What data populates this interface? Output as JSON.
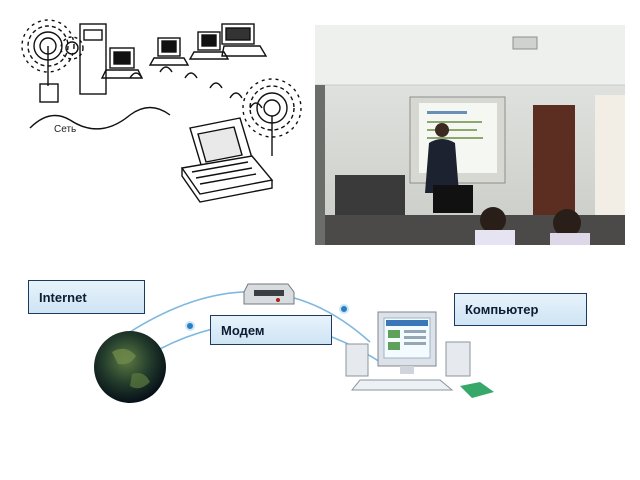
{
  "sketch": {
    "network_label": "Сеть"
  },
  "diagram": {
    "internet_label": "Internet",
    "modem_label": "Модем",
    "computer_label": "Компьютер"
  },
  "colors": {
    "label_border": "#1b3a5e",
    "label_fill": "#dbeaf6",
    "wave_line": "#7fb8e0",
    "globe_dark": "#0c1c2a",
    "globe_land": "#4f6e3a"
  }
}
